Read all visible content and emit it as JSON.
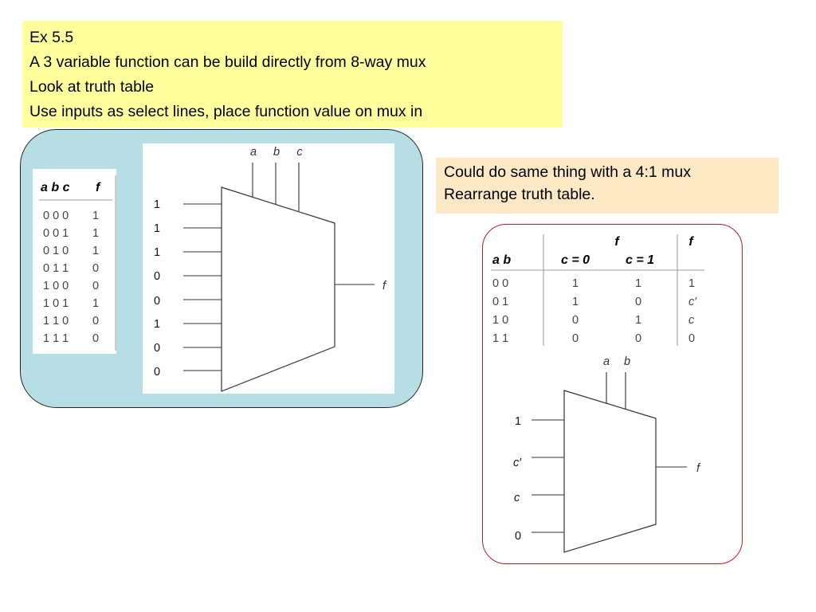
{
  "slide": {
    "lines": [
      "Ex 5.5",
      "A 3 variable function can be build directly from 8-way mux",
      "Look at truth table",
      "Use inputs as select lines, place function value on mux in"
    ],
    "note_lines": [
      "Could do same thing with a 4:1 mux",
      "Rearrange truth table."
    ]
  },
  "table3": {
    "header_inputs": "a b c",
    "header_output": "f",
    "rows": [
      {
        "in": "0 0 0",
        "f": "1"
      },
      {
        "in": "0 0 1",
        "f": "1"
      },
      {
        "in": "0 1 0",
        "f": "1"
      },
      {
        "in": "0 1 1",
        "f": "0"
      },
      {
        "in": "1 0 0",
        "f": "0"
      },
      {
        "in": "1 0 1",
        "f": "1"
      },
      {
        "in": "1 1 0",
        "f": "0"
      },
      {
        "in": "1 1 1",
        "f": "0"
      }
    ]
  },
  "mux8": {
    "select_labels": [
      "a",
      "b",
      "c"
    ],
    "inputs": [
      "1",
      "1",
      "1",
      "0",
      "0",
      "1",
      "0",
      "0"
    ],
    "output_label": "f"
  },
  "table2": {
    "group_header": "f",
    "header_ab": "a b",
    "header_c0": "c = 0",
    "header_c1": "c = 1",
    "header_f": "f",
    "rows": [
      {
        "ab": "0 0",
        "c0": "1",
        "c1": "1",
        "f": "1"
      },
      {
        "ab": "0 1",
        "c0": "1",
        "c1": "0",
        "f": "c′"
      },
      {
        "ab": "1 0",
        "c0": "0",
        "c1": "1",
        "f": "c"
      },
      {
        "ab": "1 1",
        "c0": "0",
        "c1": "0",
        "f": "0"
      }
    ]
  },
  "mux4": {
    "select_labels": [
      "a",
      "b"
    ],
    "inputs": [
      "1",
      "c′",
      "c",
      "0"
    ],
    "output_label": "f"
  }
}
